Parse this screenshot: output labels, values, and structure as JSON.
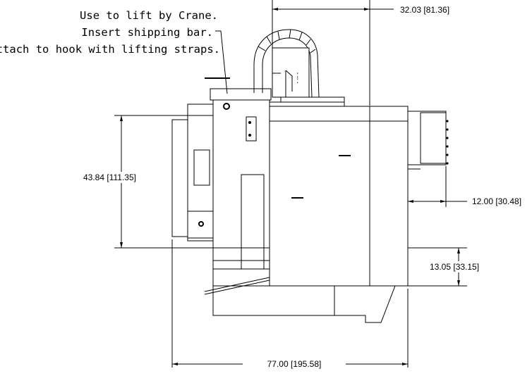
{
  "note": {
    "line1": "Use to lift by Crane.",
    "line2": "Insert shipping bar.",
    "line3": "Attach to hook with lifting straps."
  },
  "dimensions": {
    "top_width": "32.03 [81.36]",
    "height": "43.84 [111.35]",
    "right_offset": "12.00 [30.48]",
    "lower_offset": "13.05 [33.15]",
    "overall_width": "77.00 [195.58]"
  }
}
